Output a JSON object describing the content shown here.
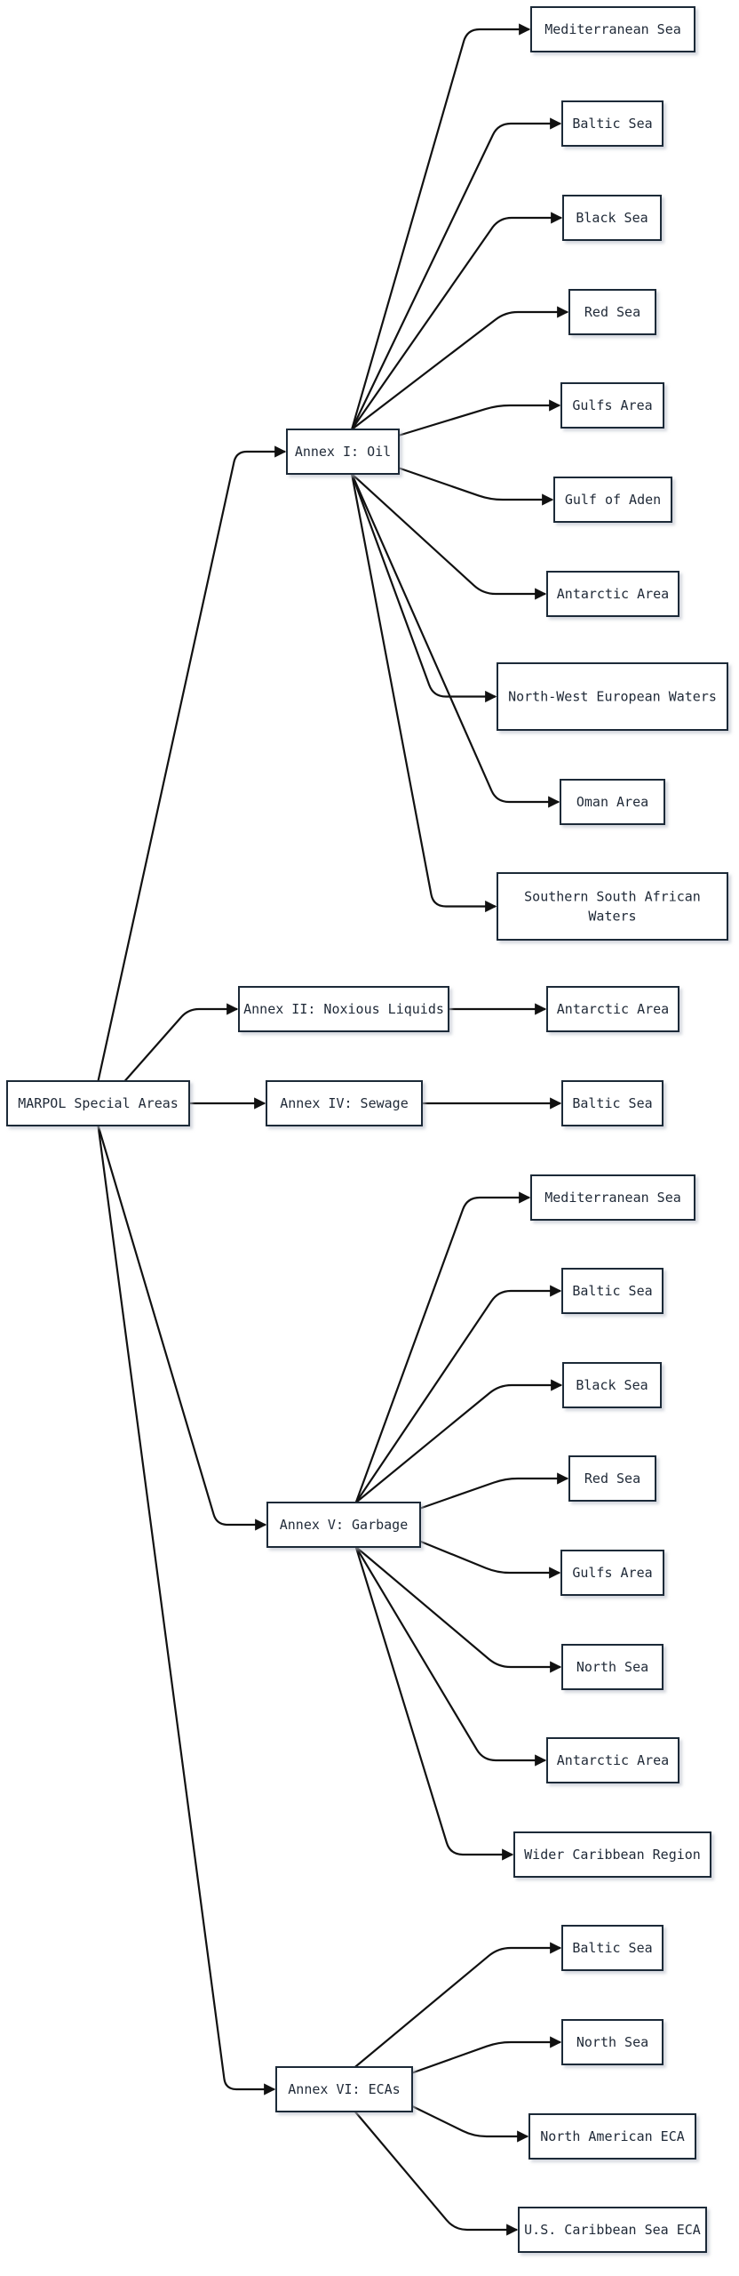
{
  "root": {
    "label": "MARPOL Special Areas"
  },
  "annexes": [
    {
      "label": "Annex I: Oil",
      "areas": [
        {
          "label": "Mediterranean Sea"
        },
        {
          "label": "Baltic Sea"
        },
        {
          "label": "Black Sea"
        },
        {
          "label": "Red Sea"
        },
        {
          "label": "Gulfs Area"
        },
        {
          "label": "Gulf of Aden"
        },
        {
          "label": "Antarctic Area"
        },
        {
          "label": "North-West European Waters"
        },
        {
          "label": "Oman Area"
        },
        {
          "label": "Southern South African Waters"
        }
      ]
    },
    {
      "label": "Annex II: Noxious Liquids",
      "areas": [
        {
          "label": "Antarctic Area"
        }
      ]
    },
    {
      "label": "Annex IV: Sewage",
      "areas": [
        {
          "label": "Baltic Sea"
        }
      ]
    },
    {
      "label": "Annex V: Garbage",
      "areas": [
        {
          "label": "Mediterranean Sea"
        },
        {
          "label": "Baltic Sea"
        },
        {
          "label": "Black Sea"
        },
        {
          "label": "Red Sea"
        },
        {
          "label": "Gulfs Area"
        },
        {
          "label": "North Sea"
        },
        {
          "label": "Antarctic Area"
        },
        {
          "label": "Wider Caribbean Region"
        }
      ]
    },
    {
      "label": "Annex VI: ECAs",
      "areas": [
        {
          "label": "Baltic Sea"
        },
        {
          "label": "North Sea"
        },
        {
          "label": "North American ECA"
        },
        {
          "label": "U.S. Caribbean Sea ECA"
        }
      ]
    }
  ]
}
